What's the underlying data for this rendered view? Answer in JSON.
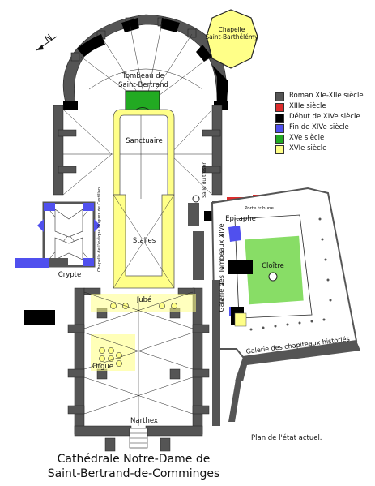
{
  "title_line1": "Cathédrale Notre-Dame de",
  "title_line2": "Saint-Bertrand-de-Comminges",
  "subtitle": "Plan de l'état actuel.",
  "north_label": "N",
  "colors": {
    "roman": "#555555",
    "xiii": "#dd2c2c",
    "debut_xiv": "#000000",
    "fin_xiv": "#5050ee",
    "xv": "#22aa22",
    "xvi": "#ffff88",
    "cloitre_garden": "#88dd66"
  },
  "legend": [
    {
      "label": "Roman XIe-XIIe siècle",
      "color": "#555555"
    },
    {
      "label": "XIIIe siècle",
      "color": "#dd2c2c"
    },
    {
      "label": "Début de XIVe siècle",
      "color": "#000000"
    },
    {
      "label": "Fin de XIVe siècle",
      "color": "#5050ee"
    },
    {
      "label": "XVe siècle",
      "color": "#22aa22"
    },
    {
      "label": "XVIe siècle",
      "color": "#ffff88"
    }
  ],
  "labels": {
    "chapelle_line1": "Chapelle",
    "chapelle_line2": "Saint-Barthélémy",
    "tombeau_line1": "Tombeau de",
    "tombeau_line2": "Saint-Bertrand",
    "sanctuaire": "Sanctuaire",
    "stalles": "Stalles",
    "jube": "Jubé",
    "orgue": "Orgue",
    "narthex": "Narthex",
    "crypte": "Crypte",
    "salle_tresor": "Salle du trésor",
    "epitaphe": "Epitaphe",
    "porte_tribune": "Porte tribune",
    "cloitre": "Cloître",
    "galerie_tombeaux": "Galerie des Tombeaux XIVe",
    "galerie_chapiteaux": "Galerie des chapiteaux historiés",
    "chapelle_gauche": "Chapelle de l'évêque Hugues de Castillon"
  }
}
